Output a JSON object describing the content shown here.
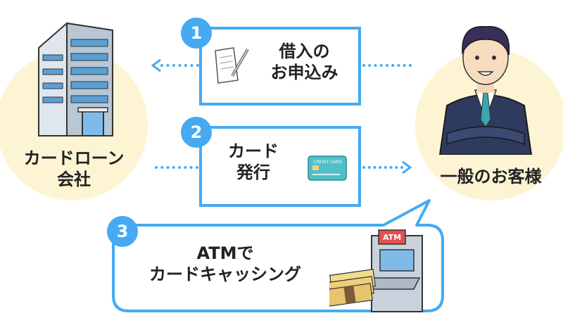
{
  "company": {
    "name_line1": "カードローン",
    "name_line2": "会社",
    "icon": "office-building-icon"
  },
  "customer": {
    "name": "一般のお客様",
    "icon": "businessman-icon"
  },
  "steps": [
    {
      "number": "1",
      "line1": "借入の",
      "line2": "お申込み",
      "icon": "application-form-icon"
    },
    {
      "number": "2",
      "line1": "カード",
      "line2": "発行",
      "icon": "credit-card-icon",
      "card_text": "CREDIT CARD"
    },
    {
      "number": "3",
      "line1": "ATMで",
      "line2": "カードキャッシング",
      "icon": "atm-icon",
      "atm_text": "ATM"
    }
  ],
  "colors": {
    "accent": "#45aaf2",
    "bubble": "#fdf4d4"
  }
}
